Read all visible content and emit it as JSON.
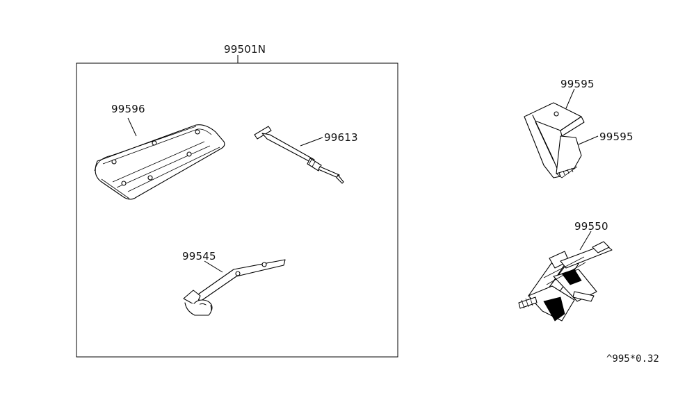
{
  "diagram": {
    "labels": {
      "kit": "99501N",
      "tool_bag": "99596",
      "jack_handle": "99613",
      "wheel_wrench": "99545",
      "jack_bracket_upper": "99595",
      "jack_bracket_lower": "99595",
      "jack": "99550"
    },
    "reference": "^995*0.32"
  }
}
